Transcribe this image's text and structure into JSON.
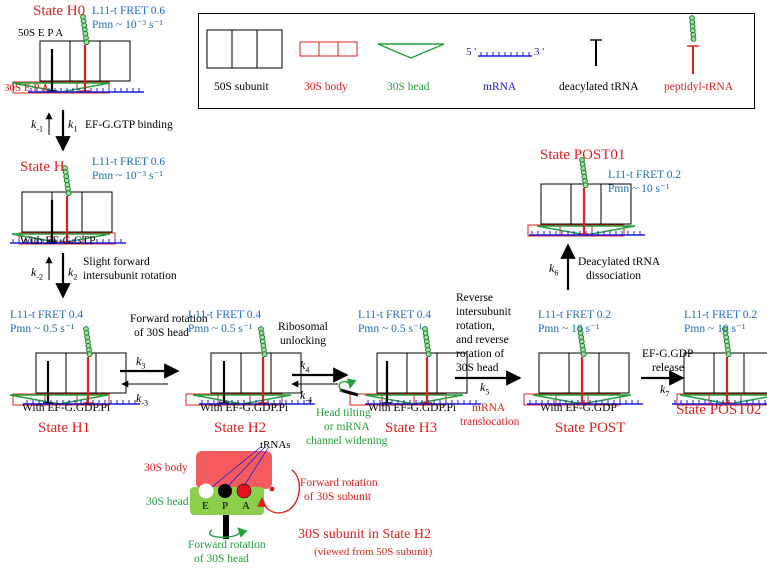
{
  "legend": {
    "subunit_50s": "50S subunit",
    "body_30s": "30S body",
    "head_30s": "30S head",
    "mrna": "mRNA",
    "mrna_5prime": "5 '",
    "mrna_3prime": "3 '",
    "deacylated_trna": "deacylated tRNA",
    "peptidyl_trna": "peptidyl-tRNA"
  },
  "states": {
    "H0": {
      "name": "State H0",
      "fret": "L11-t FRET  0.6",
      "pmn": "Pmn ~ 10⁻³ s⁻¹"
    },
    "H": {
      "name": "State H",
      "fret": "L11-t FRET  0.6",
      "pmn": "Pmn ~ 10⁻³ s⁻¹",
      "caption": "With EF-G.GTP"
    },
    "H1": {
      "name": "State H1",
      "fret": "L11-t FRET  0.4",
      "pmn": "Pmn ~ 0.5 s⁻¹",
      "caption": "With EF-G.GDP.Pi"
    },
    "H2": {
      "name": "State H2",
      "fret": "L11-t FRET  0.4",
      "pmn": "Pmn ~ 0.5 s⁻¹",
      "caption": "With EF-G.GDP.Pi"
    },
    "H3": {
      "name": "State H3",
      "fret": "L11-t FRET  0.4",
      "pmn": "Pmn ~ 0.5 s⁻¹",
      "caption": "With EF-G.GDP.Pi"
    },
    "POST": {
      "name": "State POST",
      "fret": "L11-t FRET  0.2",
      "pmn": "Pmn ~ 10 s⁻¹",
      "caption": "With EF-G.GDP"
    },
    "POST01": {
      "name": "State POST01",
      "fret": "L11-t FRET  0.2",
      "pmn": "Pmn ~ 10 s⁻¹"
    },
    "POST02": {
      "name": "State POST02",
      "fret": "L11-t FRET  0.2",
      "pmn": "Pmn ~ 10 s⁻¹"
    }
  },
  "h0_site_labels": {
    "top": "50S  E    P    A",
    "bottom": "30S  E    P    A"
  },
  "transitions": {
    "t1": {
      "label": "EF-G.GTP binding"
    },
    "t2": {
      "label_line1": "Slight forward",
      "label_line2": "intersubunit rotation"
    },
    "t3": {
      "label_line1": "Forward rotation",
      "label_line2": "of 30S head"
    },
    "t4": {
      "label_line1": "Ribosomal",
      "label_line2": "unlocking"
    },
    "t5": {
      "lines": [
        "Reverse",
        "intersubunit",
        "rotation,",
        "and  reverse",
        "rotation of",
        "30S head"
      ],
      "below_line1": "mRNA",
      "below_line2": "translocation"
    },
    "t6": {
      "label_line1": "Deacylated tRNA",
      "label_line2": "dissociation"
    },
    "t7": {
      "label_line1": "EF-G.GDP",
      "label_line2": "release"
    }
  },
  "rates": {
    "k1": "k",
    "k1_sub": "1",
    "km1": "k",
    "km1_sub": "-1",
    "k2": "k",
    "k2_sub": "2",
    "km2": "k",
    "km2_sub": "-2",
    "k3": "k",
    "k3_sub": "3",
    "km3": "k",
    "km3_sub": "-3",
    "k4": "k",
    "k4_sub": "4",
    "km4": "k",
    "km4_sub": "-4",
    "k5": "k",
    "k5_sub": "5",
    "k6": "k",
    "k6_sub": "6",
    "k7": "k",
    "k7_sub": "7"
  },
  "h3_note": {
    "line1": "Head tilting",
    "line2": "or mRNA",
    "line3": "channel widening"
  },
  "inset": {
    "body_label": "30S body",
    "head_label": "30S head",
    "trnas_label": "tRNAs",
    "site_e": "E",
    "site_p": "P",
    "site_a": "A",
    "rotation_subunit_line1": "Forward rotation",
    "rotation_subunit_line2": "of 30S subunit",
    "rotation_head_line1": "Forward rotation",
    "rotation_head_line2": "of 30S head",
    "title": "30S subunit in State H2",
    "subtitle": "(viewed from 50S subunit)"
  },
  "colors": {
    "red": "#e0201c",
    "blue": "#1f6cc0",
    "green": "#22a13a",
    "navy": "#1d1de0",
    "inset_body": "#f45a5e",
    "inset_head": "#8ccf4a"
  }
}
